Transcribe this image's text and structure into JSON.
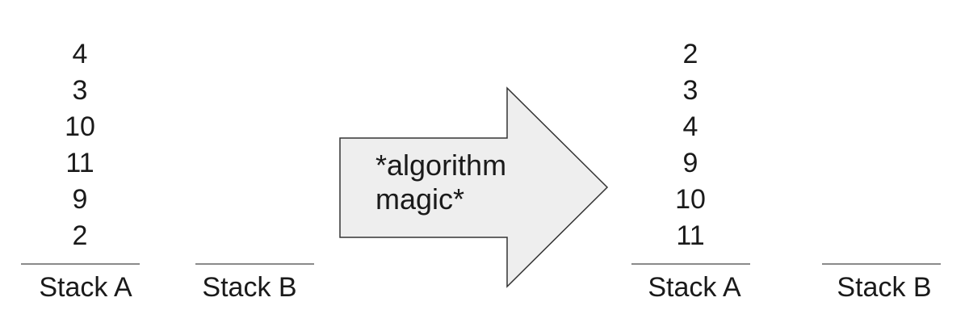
{
  "before": {
    "stack_a": {
      "values": [
        "4",
        "3",
        "10",
        "11",
        "9",
        "2"
      ],
      "label": "Stack A"
    },
    "stack_b": {
      "values": [],
      "label": "Stack B"
    }
  },
  "arrow": {
    "line1": "*algorithm",
    "line2": "magic*",
    "fill": "#eeeeee",
    "stroke": "#333333"
  },
  "after": {
    "stack_a": {
      "values": [
        "2",
        "3",
        "4",
        "9",
        "10",
        "11"
      ],
      "label": "Stack A"
    },
    "stack_b": {
      "values": [],
      "label": "Stack B"
    }
  }
}
